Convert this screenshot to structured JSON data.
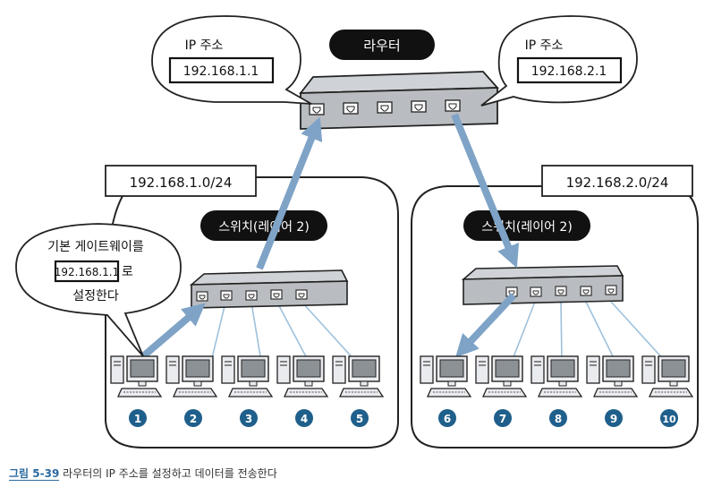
{
  "router": {
    "label": "라우터",
    "left_ip_label": "IP 주소",
    "left_ip": "192.168.1.1",
    "right_ip_label": "IP 주소",
    "right_ip": "192.168.2.1"
  },
  "networks": [
    {
      "subnet": "192.168.1.0/24",
      "switch_label": "스위치(레이어 2)",
      "pcs": [
        "1",
        "2",
        "3",
        "4",
        "5"
      ]
    },
    {
      "subnet": "192.168.2.0/24",
      "switch_label": "스위치(레이어 2)",
      "pcs": [
        "6",
        "7",
        "8",
        "9",
        "10"
      ]
    }
  ],
  "gateway_bubble": {
    "line1": "기본 게이트웨이를",
    "ip": "192.168.1.1",
    "suffix": "로",
    "line3": "설정한다"
  },
  "caption": {
    "figure": "그림 5-39",
    "text": "라우터의 IP 주소를 설정하고 데이터를 전송한다"
  },
  "colors": {
    "arrow": "#7ea3c6",
    "badge": "#1f5f8b",
    "device_gray": "#b9bcc0",
    "label_pill": "#111111",
    "cable": "#9ec1dc"
  }
}
